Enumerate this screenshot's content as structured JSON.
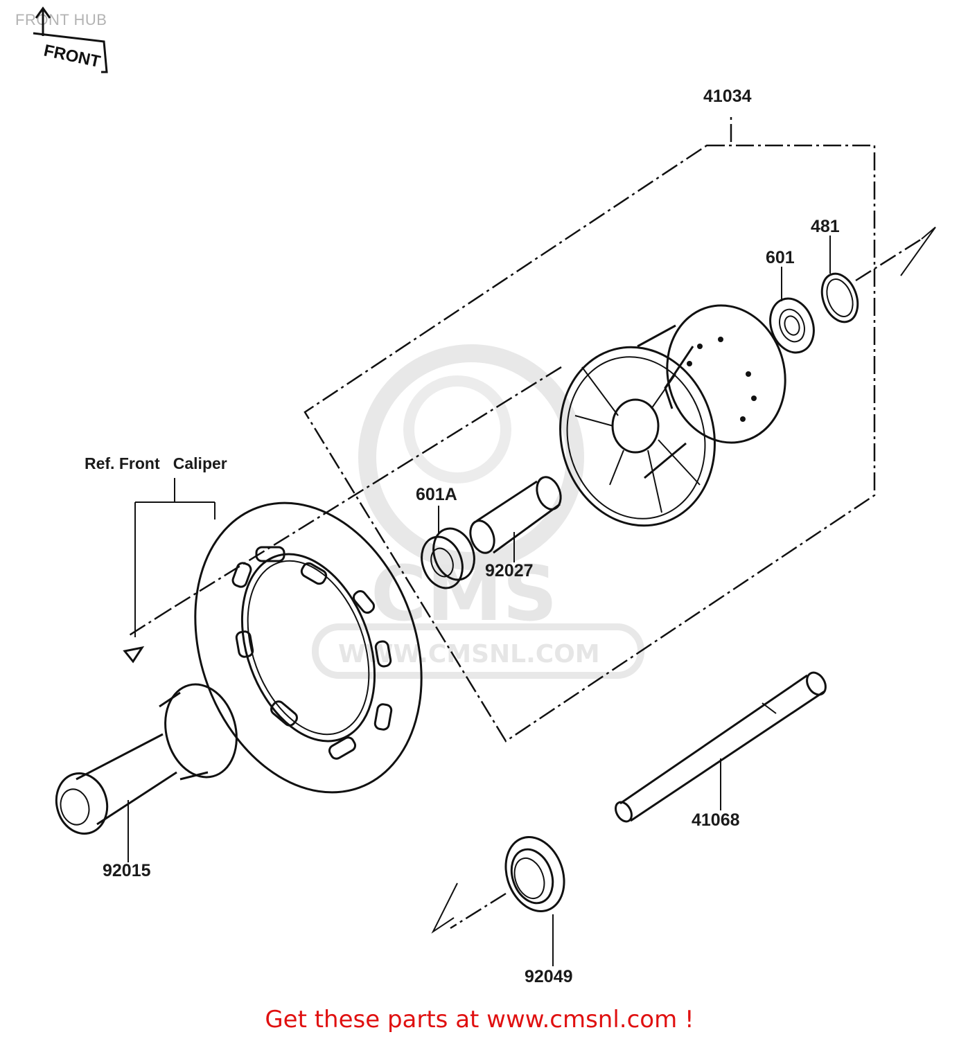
{
  "title": "FRONT HUB",
  "front_marker": "FRONT",
  "callouts": {
    "hub_assembly": "41034",
    "circlip": "481",
    "bearing_right": "601",
    "bearing_left": "601A",
    "spacer": "92027",
    "ref_caliper": "Ref. Front   Caliper",
    "axle_nut": "92015",
    "axle": "41068",
    "oil_seal": "92049"
  },
  "watermark": {
    "brand": "CMS",
    "url": "WWW.CMSNL.COM"
  },
  "footer": "Get these parts at www.cmsnl.com !"
}
